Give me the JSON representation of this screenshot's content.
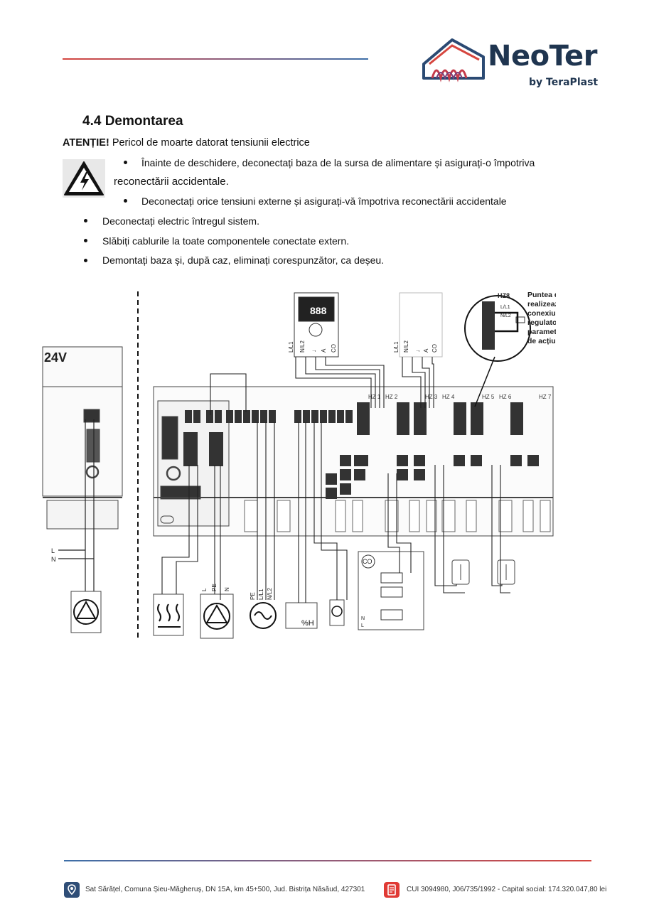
{
  "header": {
    "brand_name": "NeoTer",
    "brand_sub": "by TeraPlast",
    "accent_colors": {
      "red": "#d6463f",
      "navy": "#1f3550",
      "blue": "#3d6fa8"
    }
  },
  "section": {
    "heading": "4.4 Demontarea",
    "warning_label": "ATENȚIE!",
    "warning_text": "Pericol de moarte datorat tensiunii electrice",
    "hazard_icon": "high-voltage-warning-icon",
    "sub_bullet_1_line1": "Înainte de deschidere, deconectați baza de la sursa de alimentare și asigurați-o împotriva",
    "sub_bullet_1_line2": "reconectării accidentale.",
    "sub_bullet_2": "Deconectați orice tensiuni externe și asigurați-vă împotriva reconectării accidentale",
    "bullets": [
      "Deconectați electric întregul sistem.",
      "Slăbiți cablurile la toate componentele conectate extern.",
      "Demontați baza și, după caz, eliminați corespunzător, ca deșeu."
    ]
  },
  "diagram": {
    "voltage_label": "24V",
    "left_labels": [
      "L",
      "N"
    ],
    "pump_labels": [
      "L",
      "PE",
      "N"
    ],
    "supply_labels": [
      "PE",
      "L/L1",
      "N/L2"
    ],
    "top_labels_1": [
      "L/L1",
      "N/L2",
      "↓",
      "A",
      "CO"
    ],
    "top_labels_2": [
      "L/L1",
      "N/L2",
      "↓",
      "A",
      "CO"
    ],
    "zones": [
      "HZ 1",
      "HZ 2",
      "HZ 3",
      "HZ 4",
      "HZ 5",
      "HZ 6",
      "HZ 7"
    ],
    "callout_zone": "HZ8",
    "callout_pins": [
      "L/L1",
      "N/L2"
    ],
    "callout_text": "Puntea de cablu se realizează la toate conexiunile neutilizate ale regulatorului la parametrizarea în direcția de acțiune NO.",
    "humidity_label": "%H",
    "co_label": "CO",
    "coil_labels": [
      "N",
      "L"
    ],
    "display_digits": "888"
  },
  "footer": {
    "address": "Sat Sărățel, Comuna Șieu-Măgheruș, DN 15A, km 45+500, Jud. Bistrița Năsăud, 427301",
    "company_info": "CUI 3094980, J06/735/1992 - Capital social: 174.320.047,80 lei",
    "address_icon": "location-pin-icon",
    "info_icon": "document-icon"
  }
}
